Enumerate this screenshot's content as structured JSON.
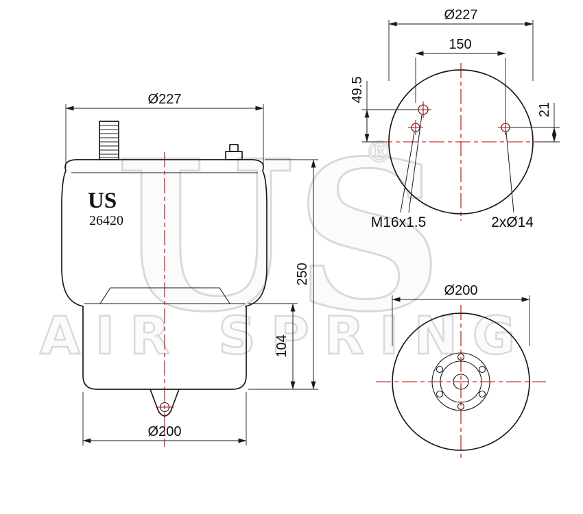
{
  "colors": {
    "line": "#1a1a1a",
    "centerline": "#c00000",
    "watermark": "#d9d9d9",
    "dimension_text": "#111111"
  },
  "watermark": {
    "brand": "US",
    "registered_mark": "®",
    "tagline": "AIR SPRING"
  },
  "part_label": {
    "brand": "US",
    "part_number": "26420"
  },
  "side_view": {
    "dim_top_diameter": "Ø227",
    "dim_total_height": "250",
    "dim_piston_height": "104",
    "dim_bottom_diameter": "Ø200"
  },
  "top_view": {
    "dim_outer_diameter": "Ø227",
    "dim_stud_spacing": "150",
    "dim_fitting_offset": "49.5",
    "dim_stud_offset": "21",
    "label_air_fitting_thread": "M16x1.5",
    "label_stud_holes": "2xØ14"
  },
  "bottom_view": {
    "dim_outer_diameter": "Ø200"
  }
}
